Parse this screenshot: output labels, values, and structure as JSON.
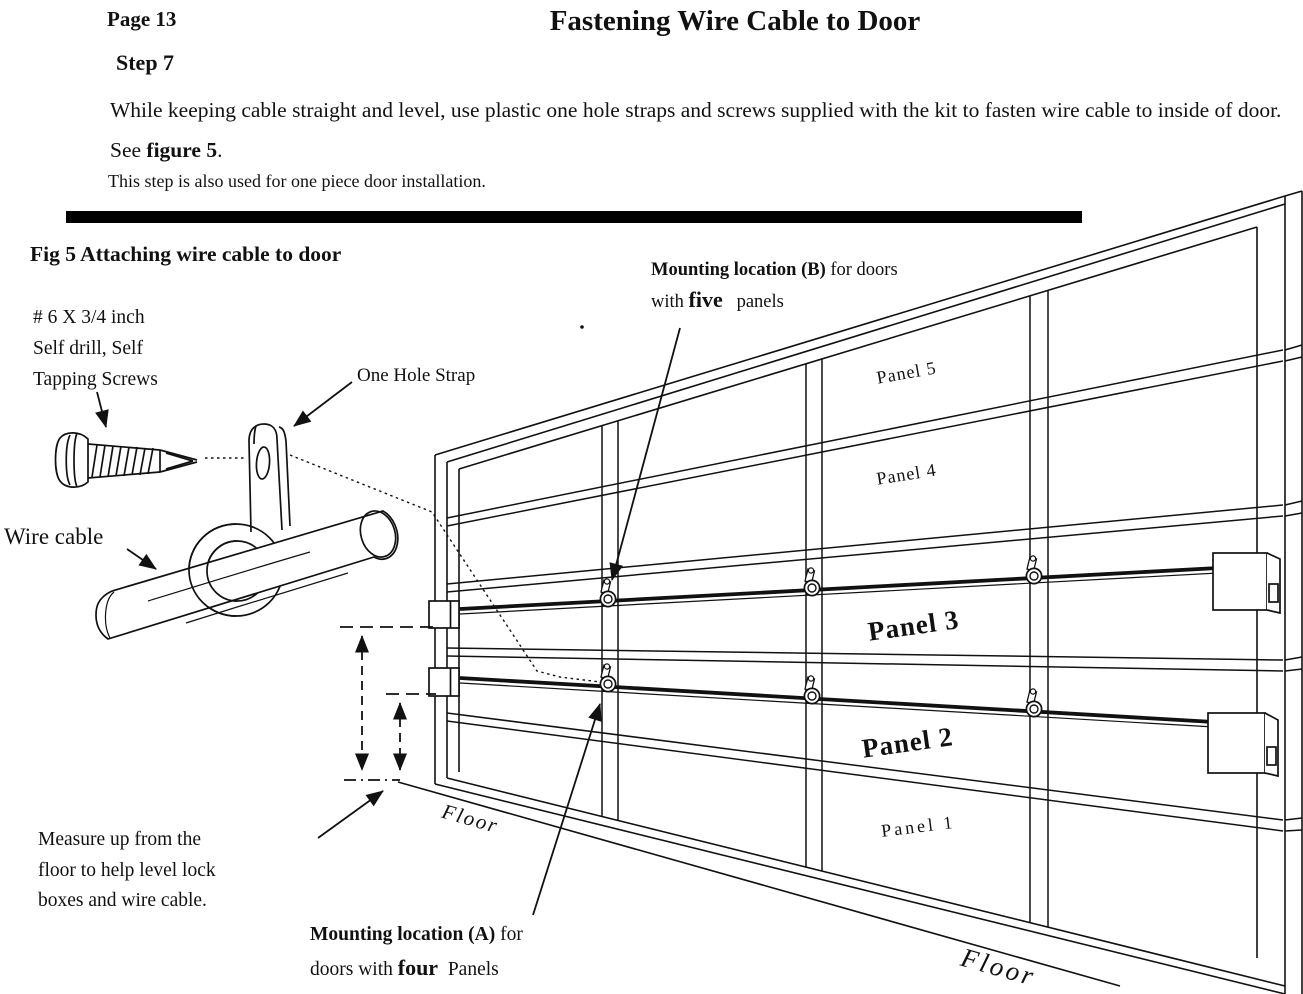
{
  "header": {
    "page_number": "Page 13",
    "title": "Fastening Wire Cable to Door",
    "step": "Step 7",
    "instruction_pre": "While keeping cable straight and level, use plastic one hole straps and screws supplied with the kit to fasten wire cable to inside of door.  See ",
    "instruction_ref": "figure 5",
    "instruction_post": ".",
    "note": "This step is also used for one piece door installation."
  },
  "figure": {
    "caption": "Fig 5 Attaching wire cable to door",
    "screws_label": "# 6 X 3/4 inch\nSelf drill, Self\nTapping Screws",
    "one_hole_strap_label": "One Hole Strap",
    "wire_cable_label": "Wire cable",
    "mounting_b": {
      "bold": "Mounting location (B)",
      "rest": " for doors",
      "line2_pre": "with ",
      "bold2": "five",
      "line2_post": "   panels"
    },
    "mounting_a": {
      "bold": "Mounting location (A)",
      "rest": " for",
      "line2_pre": "doors with ",
      "bold2": "four",
      "line2_post": "  Panels"
    },
    "measure_label": "Measure up from the\nfloor to help level lock\nboxes and wire cable.",
    "panel_labels": [
      "Panel 5",
      "Panel 4",
      "Panel 3",
      "Panel 2",
      "Panel 1"
    ],
    "floor_label_left": "Floor",
    "floor_label_right": "Floor",
    "ink_color": "#111111",
    "paper_color": "#ffffff"
  }
}
